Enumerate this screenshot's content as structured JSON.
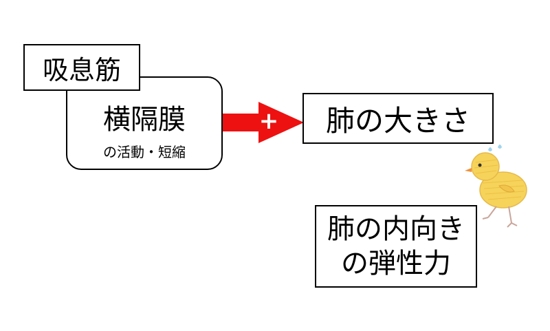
{
  "nodes": {
    "muscle": "吸息筋",
    "diaphragm": {
      "title": "横隔膜",
      "subtitle": "の活動・短縮"
    },
    "lung_size": "肺の大きさ",
    "elastic": {
      "line1": "肺の内向き",
      "line2": "の弾性力"
    }
  },
  "edge": {
    "sign": "+",
    "color": "#ee1111"
  },
  "icons": {
    "mascot": "chick-icon"
  }
}
